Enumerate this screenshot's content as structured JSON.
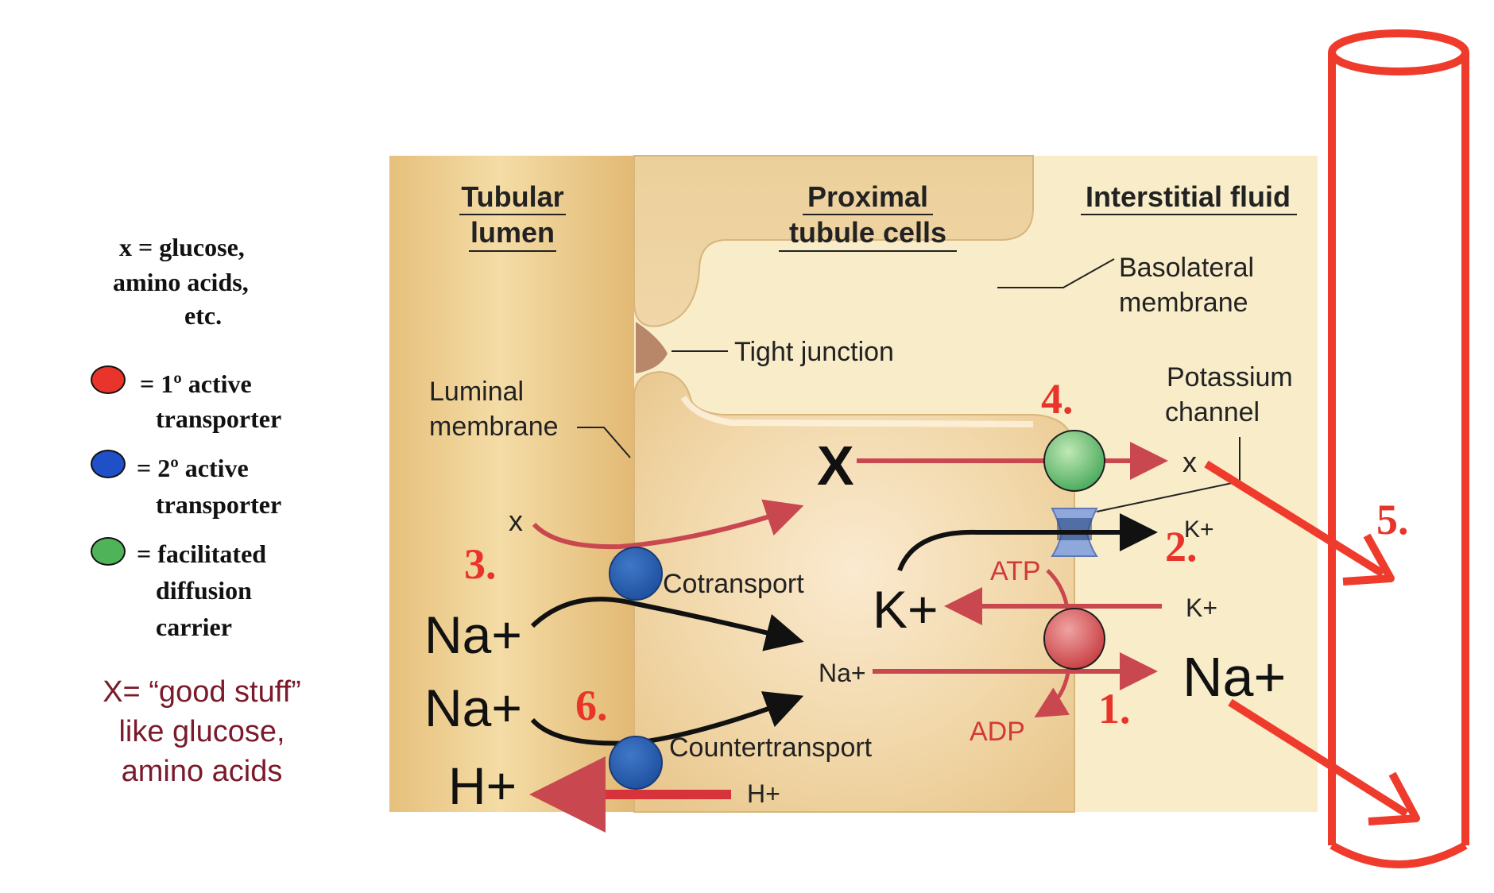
{
  "legend": {
    "x_def_line1": "x = glucose,",
    "x_def_line2": "amino acids,",
    "x_def_line3": "etc.",
    "primary_line1": "= 1º active",
    "primary_line2": "transporter",
    "secondary_line1": "= 2º active",
    "secondary_line2": "transporter",
    "facilitated_line1": "= facilitated",
    "facilitated_line2": "diffusion",
    "facilitated_line3": "carrier",
    "note_line1": "X= “good stuff”",
    "note_line2": "like glucose,",
    "note_line3": "amino acids"
  },
  "headers": {
    "lumen_line1": "Tubular",
    "lumen_line2": "lumen",
    "cells_line1": "Proximal",
    "cells_line2": "tubule cells",
    "interstitial": "Interstitial fluid"
  },
  "labels": {
    "basolateral_line1": "Basolateral",
    "basolateral_line2": "membrane",
    "tight_junction": "Tight junction",
    "luminal_line1": "Luminal",
    "luminal_line2": "membrane",
    "potassium_line1": "Potassium",
    "potassium_line2": "channel",
    "cotransport": "Cotransport",
    "countertransport": "Countertransport",
    "atp": "ATP",
    "adp": "ADP"
  },
  "species": {
    "x_lumen": "x",
    "x_cell": "X",
    "x_interstitial": "x",
    "na_lumen_1": "Na+",
    "na_lumen_2": "Na+",
    "h_lumen": "H+",
    "na_cell": "Na+",
    "h_cell": "H+",
    "k_cell": "K+",
    "k_interstitial_top": "K+",
    "k_interstitial_bottom": "K+",
    "na_interstitial": "Na+"
  },
  "steps": {
    "s1": "1.",
    "s2": "2.",
    "s3": "3.",
    "s4": "4.",
    "s5": "5.",
    "s6": "6."
  },
  "colors": {
    "primary_active": "#e8342a",
    "secondary_active": "#1f50c8",
    "facilitated": "#4fb35a",
    "step_number": "#e8342a",
    "flow_arrow": "#c9484f",
    "vessel": "#ef3b2c",
    "lumen_bg": "#eac88a",
    "cell_bg": "#f0d6a6",
    "interstitial_bg": "#f8ecc9"
  }
}
